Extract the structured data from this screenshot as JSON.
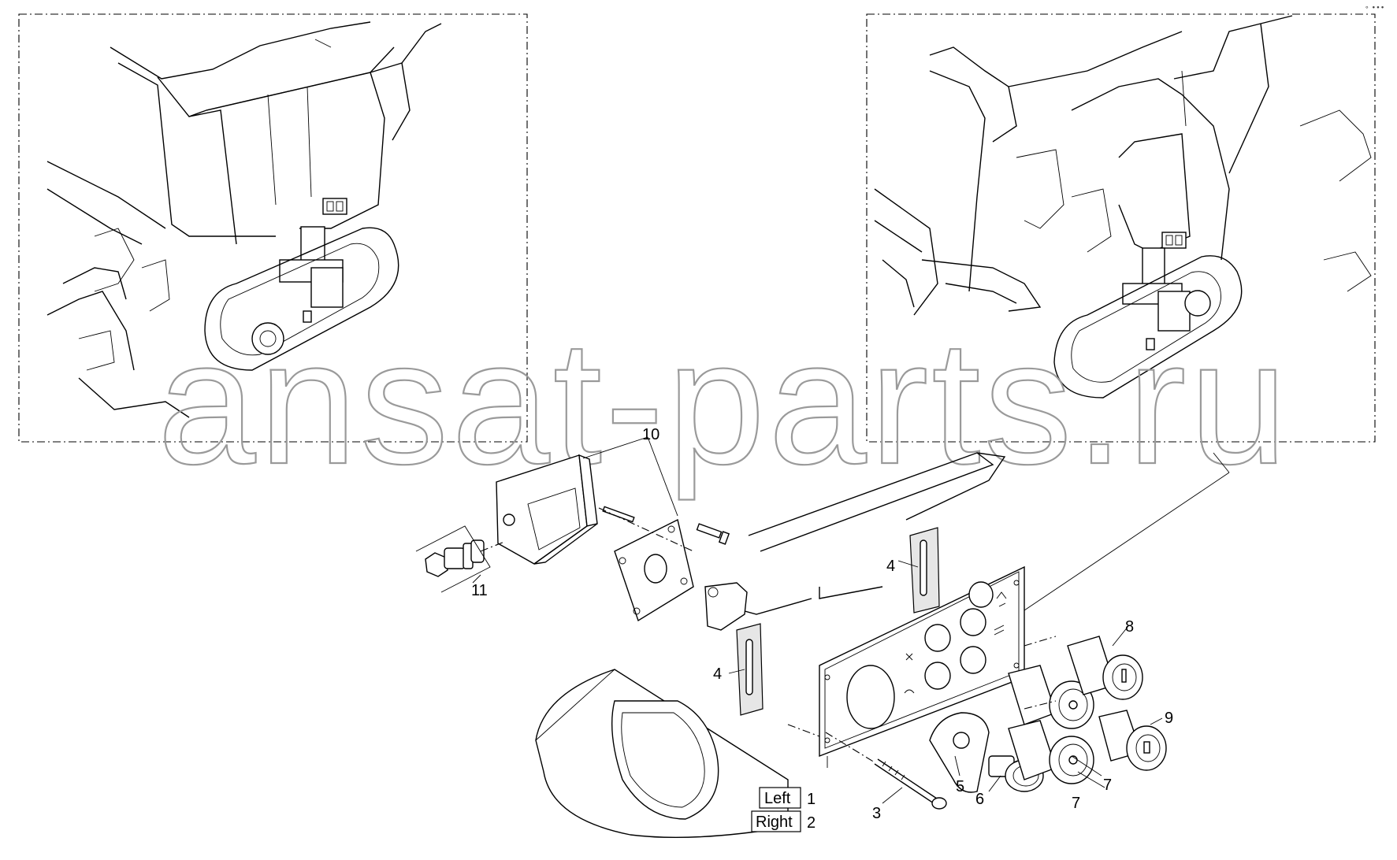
{
  "watermark": "ansat-parts.ru",
  "callouts": {
    "c1": "1",
    "c2": "2",
    "c3": "3",
    "c4a": "4",
    "c4b": "4",
    "c5": "5",
    "c6": "6",
    "c7a": "7",
    "c7b": "7",
    "c8": "8",
    "c9": "9",
    "c10": "10",
    "c11": "11"
  },
  "side_labels": {
    "left": "Left",
    "right": "Right"
  },
  "corner_mark": "∘ ∙∙∙"
}
